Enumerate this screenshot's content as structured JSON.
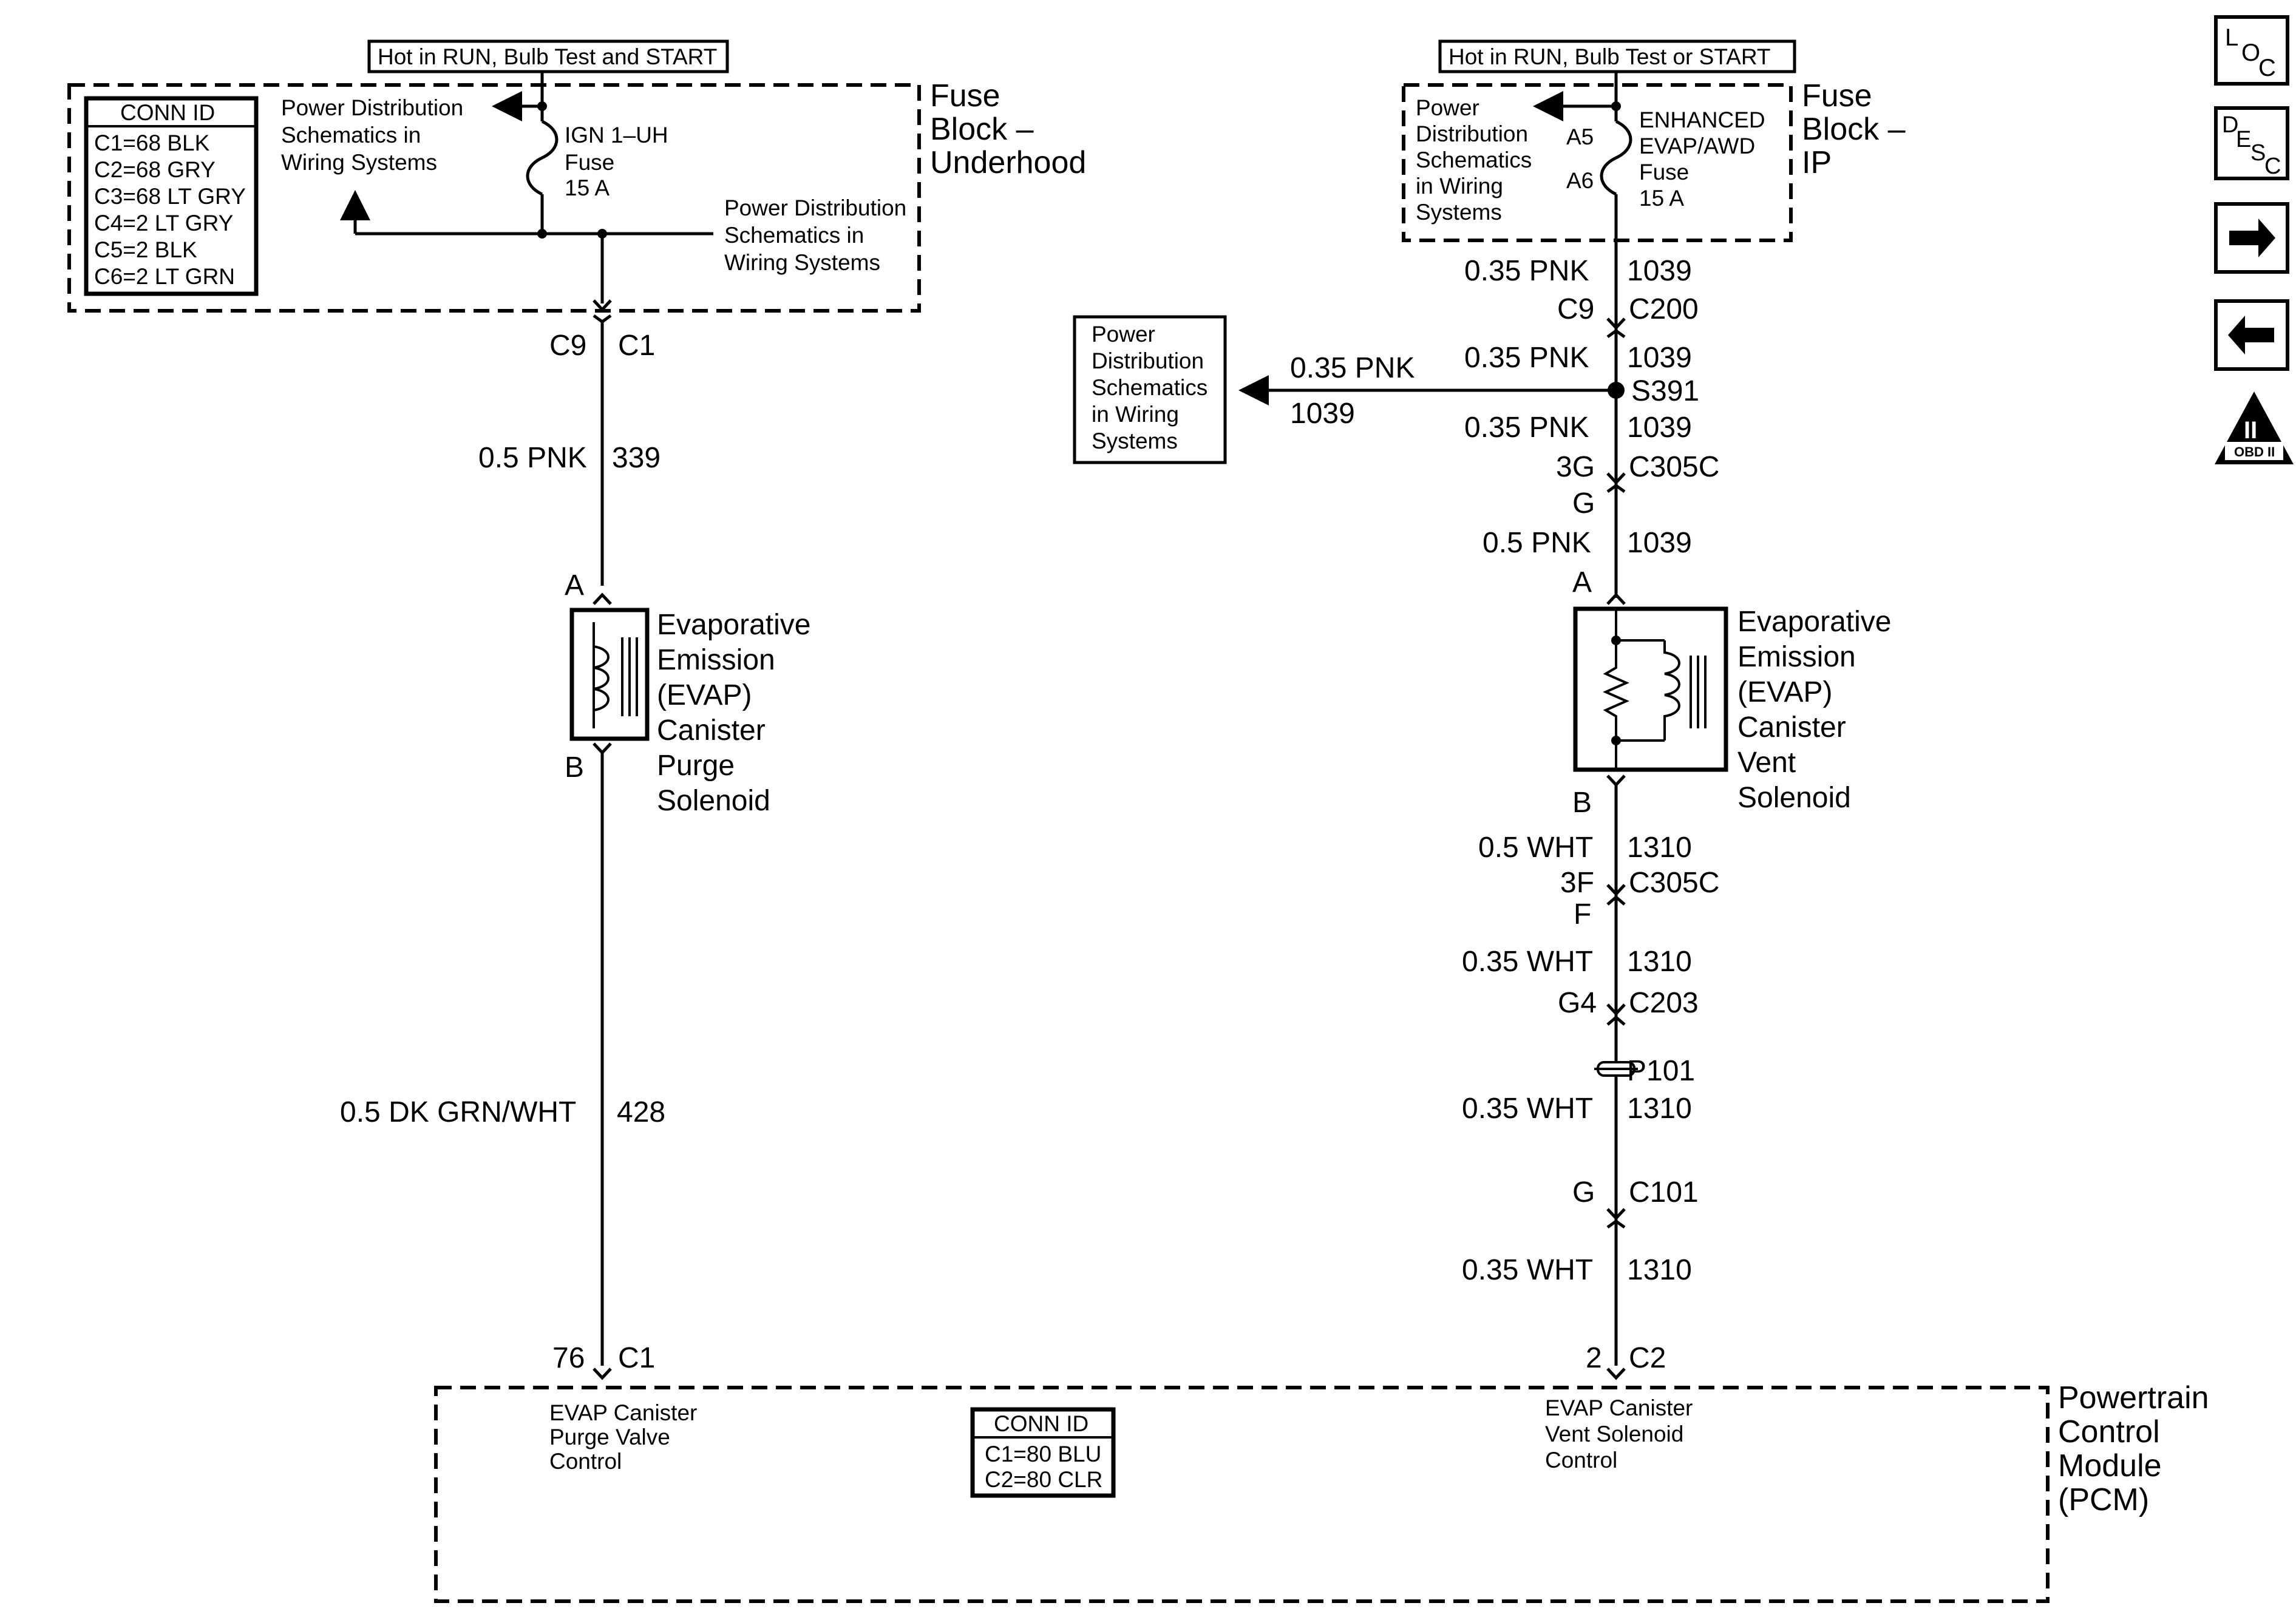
{
  "left_circuit": {
    "hot_label": "Hot in RUN, Bulb Test and START",
    "fuse_block_title": [
      "Fuse",
      "Block –",
      "Underhood"
    ],
    "conn_id": {
      "title": "CONN ID",
      "rows": [
        "C1=68 BLK",
        "C2=68 GRY",
        "C3=68 LT GRY",
        "C4=2 LT GRY",
        "C5=2 BLK",
        "C6=2 LT GRN"
      ]
    },
    "power_dist_upper": [
      "Power Distribution",
      "Schematics in",
      "Wiring Systems"
    ],
    "power_dist_right": [
      "Power Distribution",
      "Schematics in",
      "Wiring Systems"
    ],
    "fuse_label": [
      "IGN 1–UH",
      "Fuse",
      "15 A"
    ],
    "conn_c9": "C9",
    "conn_c1": "C1",
    "wire1_gauge": "0.5 PNK",
    "wire1_circuit": "339",
    "pin_a": "A",
    "pin_b": "B",
    "solenoid_label": [
      "Evaporative",
      "Emission",
      "(EVAP)",
      "Canister",
      "Purge",
      "Solenoid"
    ],
    "wire2_gauge": "0.5 DK GRN/WHT",
    "wire2_circuit": "428",
    "pcm_pin": "76",
    "pcm_conn": "C1"
  },
  "right_circuit": {
    "hot_label": "Hot in RUN, Bulb Test or START",
    "fuse_block_title": [
      "Fuse",
      "Block –",
      "IP"
    ],
    "power_dist": [
      "Power",
      "Distribution",
      "Schematics",
      "in Wiring",
      "Systems"
    ],
    "pin_a5": "A5",
    "pin_a6": "A6",
    "fuse_label": [
      "ENHANCED",
      "EVAP/AWD",
      "Fuse",
      "15 A"
    ],
    "labels": [
      {
        "gauge": "0.35 PNK",
        "circuit": "1039"
      },
      {
        "pin": "C9",
        "conn": "C200"
      },
      {
        "gauge": "0.35 PNK",
        "circuit": "1039"
      },
      {
        "splice": "S391"
      },
      {
        "gauge": "0.35 PNK",
        "circuit": "1039"
      },
      {
        "pin": "3G",
        "conn": "C305C"
      },
      {
        "pin2": "G"
      },
      {
        "gauge": "0.5 PNK",
        "circuit": "1039"
      },
      {
        "pin2": "A"
      }
    ],
    "branch_gauge": "0.35 PNK",
    "branch_circuit": "1039",
    "branch_box": [
      "Power",
      "Distribution",
      "Schematics",
      "in Wiring",
      "Systems"
    ],
    "solenoid_label": [
      "Evaporative",
      "Emission",
      "(EVAP)",
      "Canister",
      "Vent",
      "Solenoid"
    ],
    "pin_b": "B",
    "lower": {
      "g1": "0.5 WHT",
      "c1": "1310",
      "pin_3f": "3F",
      "conn_c305c": "C305C",
      "pin_f": "F",
      "g2": "0.35 WHT",
      "c2": "1310",
      "pin_g4": "G4",
      "conn_c203": "C203",
      "p101": "P101",
      "g3": "0.35 WHT",
      "c3": "1310",
      "pin_g": "G",
      "conn_c101": "C101",
      "g4": "0.35 WHT",
      "c4": "1310",
      "pcm_pin": "2",
      "pcm_conn": "C2"
    }
  },
  "pcm": {
    "title": [
      "Powertrain",
      "Control",
      "Module",
      "(PCM)"
    ],
    "purge_label": [
      "EVAP Canister",
      "Purge Valve",
      "Control"
    ],
    "vent_label": [
      "EVAP Canister",
      "Vent Solenoid",
      "Control"
    ],
    "conn_id": {
      "title": "CONN ID",
      "rows": [
        "C1=80 BLU",
        "C2=80 CLR"
      ]
    }
  },
  "nav": {
    "loc": {
      "l": "L",
      "o": "O",
      "c": "C"
    },
    "desc": {
      "d": "D",
      "e": "E",
      "s": "S",
      "c": "C"
    },
    "obd": {
      "roman": "II",
      "label": "OBD II"
    },
    "icons": [
      "loc-button",
      "desc-button",
      "next-arrow-icon",
      "back-arrow-icon",
      "obd-ii-icon"
    ]
  }
}
